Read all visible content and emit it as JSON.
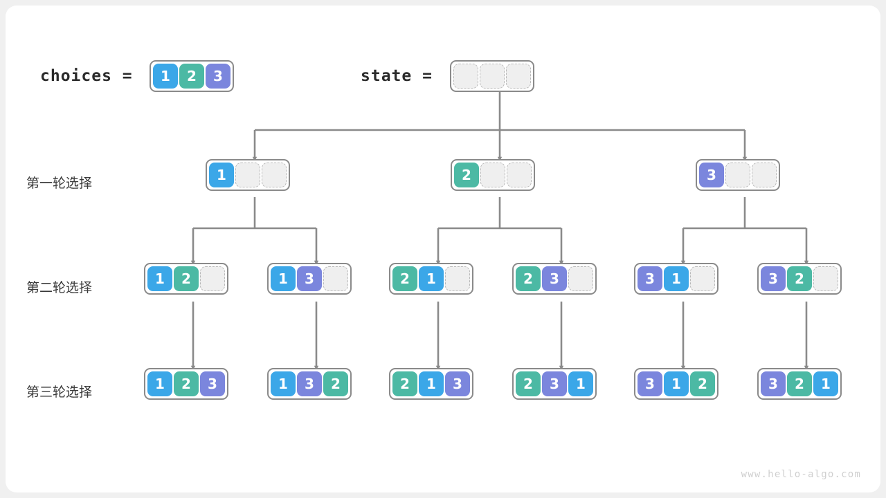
{
  "meta": {
    "watermark": "www.hello-algo.com",
    "colors": {
      "value_1": "#3ba7e8",
      "value_2": "#4cb9a4",
      "value_3": "#7b86dd",
      "empty_cell": "#efefef",
      "border": "#8a8a8a",
      "connector": "#8a8a8a",
      "background": "#ffffff"
    }
  },
  "header": {
    "choices_label": "choices  =",
    "choices_values": [
      "1",
      "2",
      "3"
    ],
    "state_label": "state  =",
    "state_values": [
      "",
      "",
      ""
    ]
  },
  "rows": [
    {
      "label": "第一轮选择",
      "nodes": [
        {
          "cells": [
            "1",
            "",
            ""
          ]
        },
        {
          "cells": [
            "2",
            "",
            ""
          ]
        },
        {
          "cells": [
            "3",
            "",
            ""
          ]
        }
      ]
    },
    {
      "label": "第二轮选择",
      "nodes": [
        {
          "cells": [
            "1",
            "2",
            ""
          ]
        },
        {
          "cells": [
            "1",
            "3",
            ""
          ]
        },
        {
          "cells": [
            "2",
            "1",
            ""
          ]
        },
        {
          "cells": [
            "2",
            "3",
            ""
          ]
        },
        {
          "cells": [
            "3",
            "1",
            ""
          ]
        },
        {
          "cells": [
            "3",
            "2",
            ""
          ]
        }
      ]
    },
    {
      "label": "第三轮选择",
      "nodes": [
        {
          "cells": [
            "1",
            "2",
            "3"
          ]
        },
        {
          "cells": [
            "1",
            "3",
            "2"
          ]
        },
        {
          "cells": [
            "2",
            "1",
            "3"
          ]
        },
        {
          "cells": [
            "2",
            "3",
            "1"
          ]
        },
        {
          "cells": [
            "3",
            "1",
            "2"
          ]
        },
        {
          "cells": [
            "3",
            "2",
            "1"
          ]
        }
      ]
    }
  ]
}
